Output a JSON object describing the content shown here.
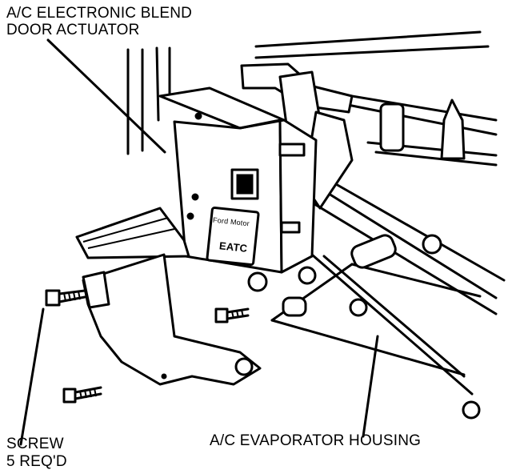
{
  "labels": {
    "actuator_line1": "A/C ELECTRONIC BLEND",
    "actuator_line2": "DOOR ACTUATOR",
    "screw_line1": "SCREW",
    "screw_line2": "5 REQ'D",
    "housing": "A/C EVAPORATOR HOUSING",
    "plate_brand": "Ford Motor",
    "plate_code": "EATC"
  }
}
